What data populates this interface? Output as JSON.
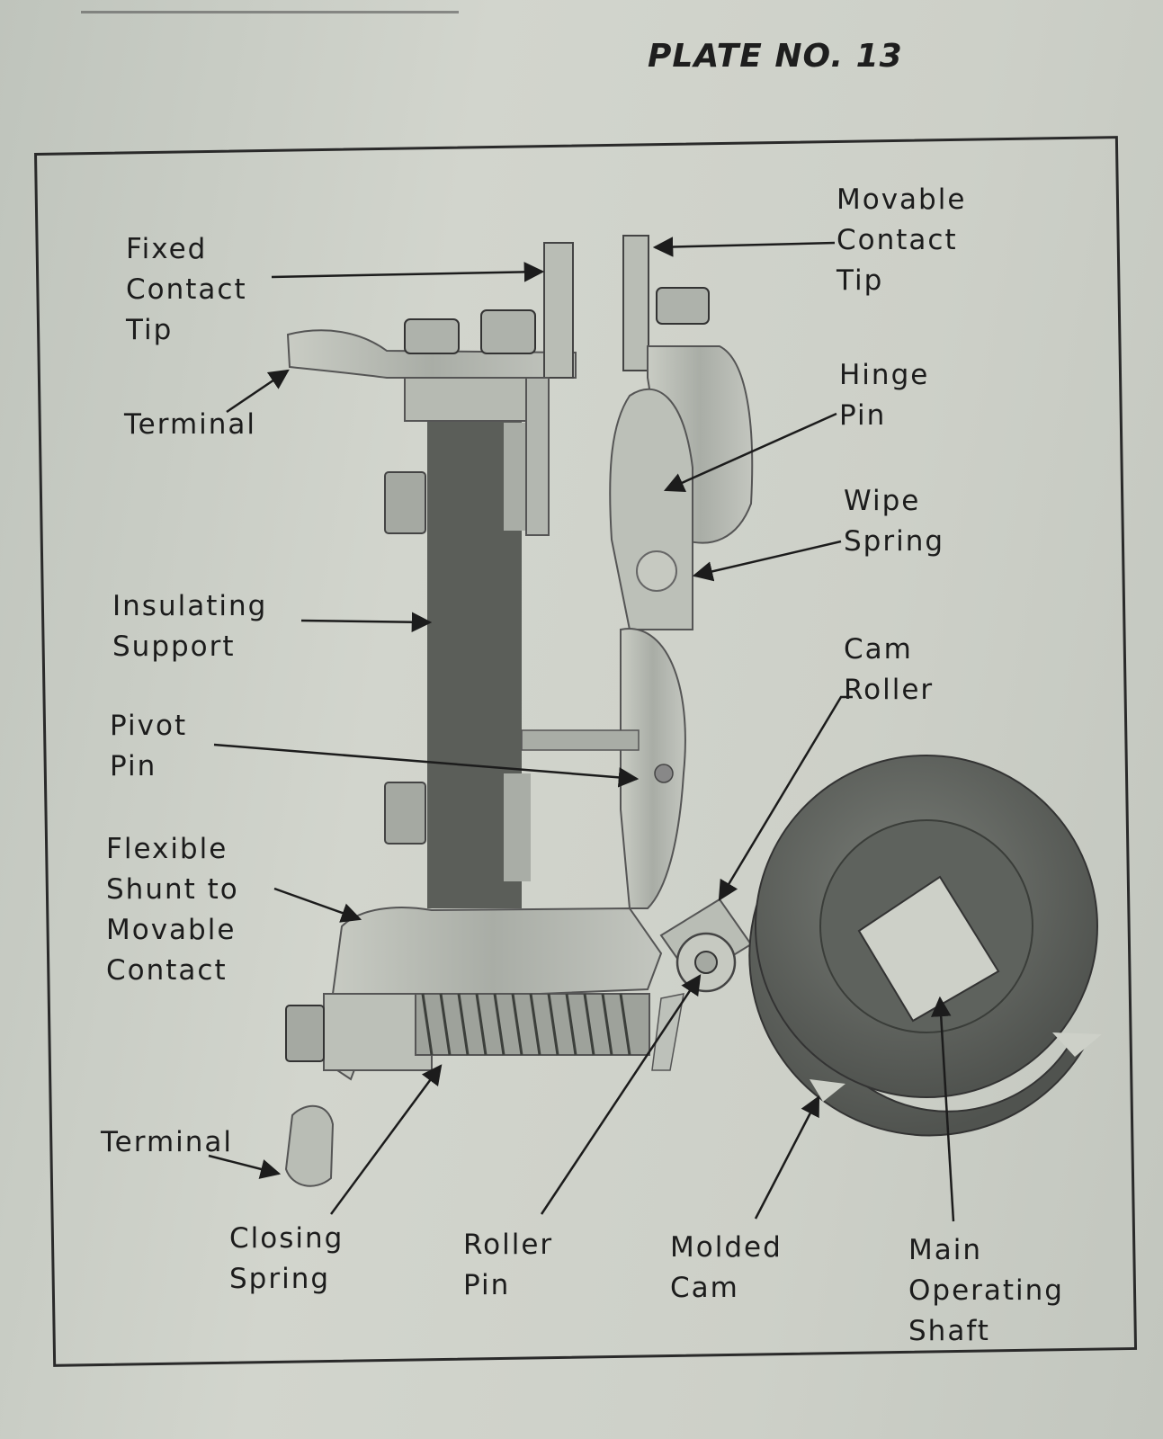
{
  "plate_title": "PLATE NO. 13",
  "labels": {
    "fixed_contact_tip": [
      "Fixed",
      "Contact",
      "Tip"
    ],
    "movable_contact_tip": [
      "Movable",
      "Contact",
      "Tip"
    ],
    "terminal_top": [
      "Terminal"
    ],
    "hinge_pin": [
      "Hinge",
      "Pin"
    ],
    "wipe_spring": [
      "Wipe",
      "Spring"
    ],
    "insulating_support": [
      "Insulating",
      "Support"
    ],
    "cam_roller": [
      "Cam",
      "Roller"
    ],
    "pivot_pin": [
      "Pivot",
      "Pin"
    ],
    "flexible_shunt": [
      "Flexible",
      "Shunt to",
      "Movable",
      "Contact"
    ],
    "terminal_bottom": [
      "Terminal"
    ],
    "closing_spring": [
      "Closing",
      "Spring"
    ],
    "roller_pin": [
      "Roller",
      "Pin"
    ],
    "molded_cam": [
      "Molded",
      "Cam"
    ],
    "main_operating_shaft": [
      "Main",
      "Operating",
      "Shaft"
    ]
  },
  "colors": {
    "paper": "#cdd0c8",
    "ink": "#1c1c1c",
    "metal": "#b9bdb5",
    "insulator": "#5b5e59",
    "cam": "#6a6e69"
  }
}
